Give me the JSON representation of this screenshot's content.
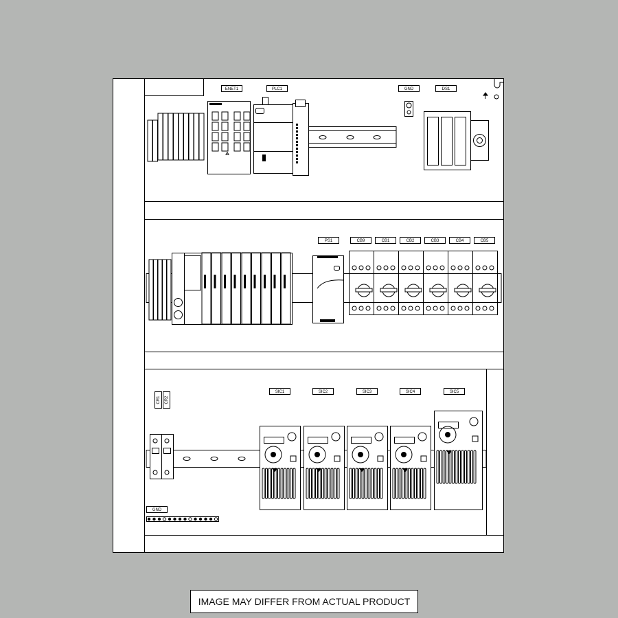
{
  "colors": {
    "background": "#b4b6b4",
    "panel": "#ffffff",
    "line": "#000000"
  },
  "section1": {
    "labels": {
      "enet": "ENET1",
      "plc": "PLC1",
      "gnd": "GND",
      "ds": "DS1"
    }
  },
  "section2": {
    "labels": {
      "ps": "PS1",
      "cb": [
        "CB9",
        "CB1",
        "CB2",
        "CB3",
        "CB4",
        "CB5"
      ]
    }
  },
  "section3": {
    "labels": {
      "cr": [
        "CR1",
        "CR2"
      ],
      "sic": [
        "SIC1",
        "SIC2",
        "SIC3",
        "SIC4",
        "SIC5"
      ],
      "gnd": "GND"
    }
  },
  "caption": "IMAGE MAY DIFFER FROM ACTUAL PRODUCT"
}
